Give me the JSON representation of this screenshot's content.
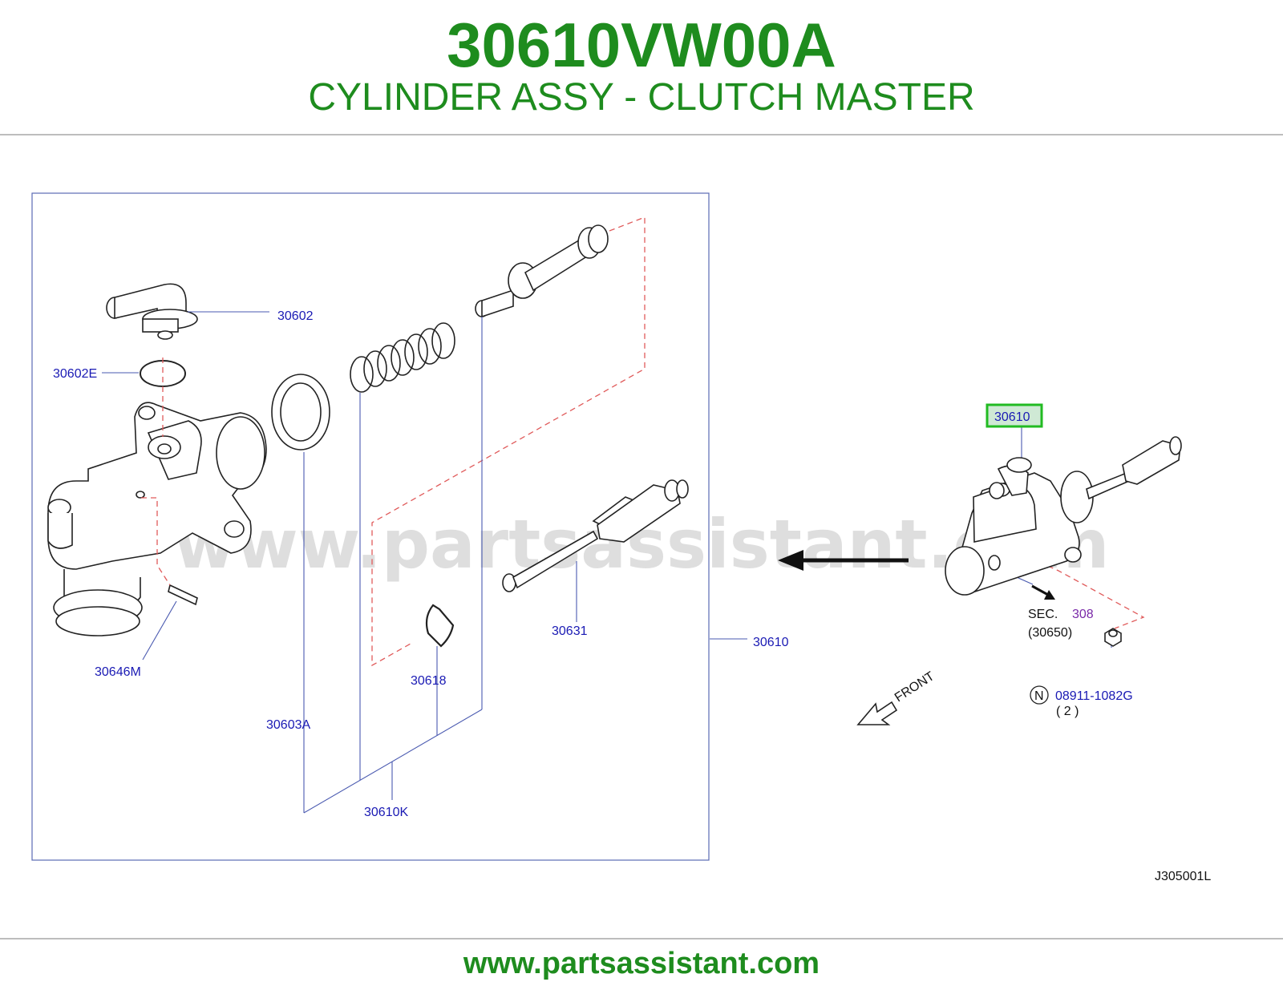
{
  "header": {
    "part_number": "30610VW00A",
    "description": "CYLINDER ASSY - CLUTCH MASTER"
  },
  "diagram": {
    "watermark": "www.partsassistant.com",
    "callouts": {
      "c30602": "30602",
      "c30602E": "30602E",
      "c30646M": "30646M",
      "c30603A": "30603A",
      "c30618": "30618",
      "c30610K": "30610K",
      "c30631": "30631",
      "c30610_box": "30610",
      "c30610_highlight": "30610",
      "sec_label": "SEC.",
      "sec_number": "308",
      "sec_ref": "(30650)",
      "nut_symbol": "N",
      "nut_part": "08911-1082G",
      "nut_qty": "( 2 )",
      "front": "FRONT"
    },
    "drawing_code": "J305001L",
    "highlight_color": "#22bb22",
    "callout_color": "#1a1ab4"
  },
  "footer": {
    "url": "www.partsassistant.com"
  }
}
